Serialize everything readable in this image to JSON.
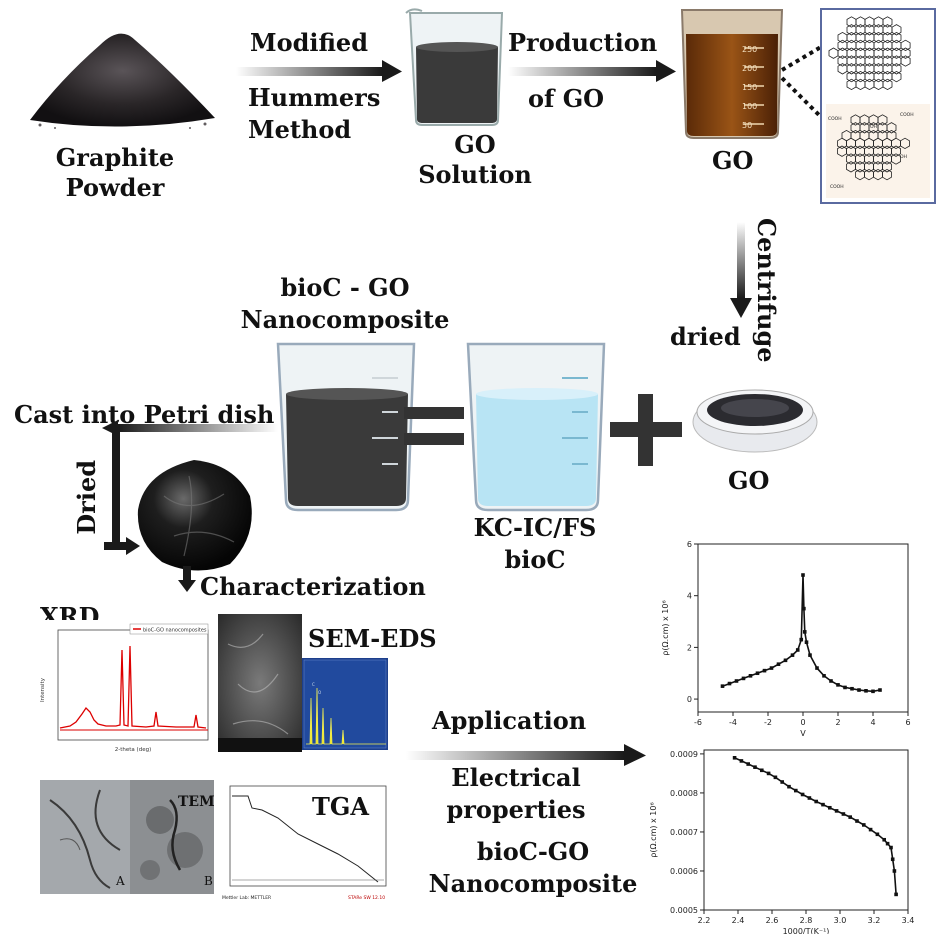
{
  "top": {
    "graphite_label": "Graphite\nPowder",
    "arrow1_top": "Modified",
    "arrow1_bottom": "Hummers\nMethod",
    "go_solution_label": "GO\nSolution",
    "arrow2_top": "Production",
    "arrow2_bottom": "of GO",
    "go_beaker_label": "GO",
    "go_beaker_ticks": [
      "250",
      "200",
      "150",
      "100",
      "50"
    ]
  },
  "right_col": {
    "centrifuge": "Centrifuge",
    "dried": "dried",
    "go_dish_label": "GO"
  },
  "middle": {
    "nanocomposite_title": "bioC - GO\nNanocomposite",
    "kc_label": "KC-IC/FS\nbioC",
    "cast_label": "Cast into Petri dish",
    "dried_vertical": "Dried",
    "characterization": "Characterization"
  },
  "panels": {
    "xrd_label": "XRD",
    "xrd_legend": "bioC-GO nanocomposites",
    "xrd_xlabel": "2-theta (deg)",
    "xrd_ylabel": "Intensity",
    "sem_label": "SEM-EDS",
    "tem_label": "TEM",
    "tem_a": "A",
    "tem_b": "B",
    "tga_label": "TGA",
    "tga_footer_left": "Mettler Lab: METTLER",
    "tga_footer_right": "STARe SW 12.10"
  },
  "bottom": {
    "application": "Application",
    "electrical": "Electrical\nproperties",
    "bioc_go": "bioC-GO\nNanocomposite"
  },
  "chart_data": [
    {
      "type": "scatter",
      "xlabel": "V",
      "ylabel": "ρ(Ω.cm) x 10⁶",
      "xlim": [
        -6,
        6
      ],
      "ylim": [
        -0.5,
        6
      ],
      "xticks": [
        "-6",
        "-4",
        "-2",
        "0",
        "2",
        "4",
        "6"
      ],
      "yticks": [
        "0",
        "2",
        "4",
        "6"
      ],
      "x": [
        -4.6,
        -4.2,
        -3.8,
        -3.4,
        -3.0,
        -2.6,
        -2.2,
        -1.8,
        -1.4,
        -1.0,
        -0.6,
        -0.3,
        -0.1,
        0.0,
        0.05,
        0.1,
        0.2,
        0.4,
        0.8,
        1.2,
        1.6,
        2.0,
        2.4,
        2.8,
        3.2,
        3.6,
        4.0,
        4.4
      ],
      "y": [
        0.5,
        0.6,
        0.7,
        0.8,
        0.9,
        1.0,
        1.1,
        1.2,
        1.35,
        1.5,
        1.7,
        1.9,
        2.3,
        4.8,
        3.5,
        2.6,
        2.2,
        1.7,
        1.2,
        0.9,
        0.7,
        0.55,
        0.45,
        0.4,
        0.35,
        0.32,
        0.3,
        0.35
      ]
    },
    {
      "type": "scatter",
      "xlabel": "1000/T(K⁻¹)",
      "ylabel": "ρ(Ω.cm) x 10⁶",
      "xlim": [
        2.2,
        3.4
      ],
      "ylim": [
        0.0005,
        0.00091
      ],
      "xticks": [
        "2.2",
        "2.4",
        "2.6",
        "2.8",
        "3.0",
        "3.2",
        "3.4"
      ],
      "yticks": [
        "0.0005",
        "0.0006",
        "0.0007",
        "0.0008",
        "0.0009"
      ],
      "x": [
        2.38,
        2.42,
        2.46,
        2.5,
        2.54,
        2.58,
        2.62,
        2.66,
        2.7,
        2.74,
        2.78,
        2.82,
        2.86,
        2.9,
        2.94,
        2.98,
        3.02,
        3.06,
        3.1,
        3.14,
        3.18,
        3.22,
        3.26,
        3.28,
        3.3,
        3.31,
        3.32,
        3.33
      ],
      "y": [
        0.00089,
        0.000882,
        0.000874,
        0.000866,
        0.000858,
        0.00085,
        0.00084,
        0.000828,
        0.000816,
        0.000806,
        0.000796,
        0.000787,
        0.000778,
        0.00077,
        0.000762,
        0.000754,
        0.000746,
        0.000738,
        0.000728,
        0.000718,
        0.000706,
        0.000694,
        0.00068,
        0.00067,
        0.00066,
        0.00063,
        0.0006,
        0.00054
      ]
    }
  ]
}
